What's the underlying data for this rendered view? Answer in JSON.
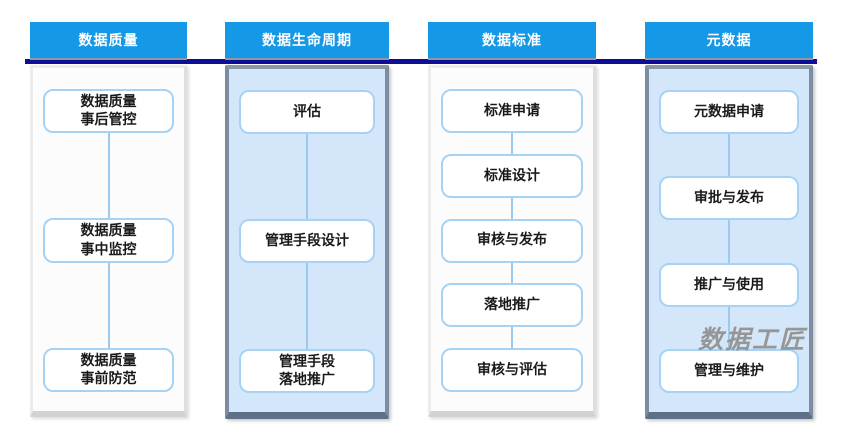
{
  "watermark": "数据工匠",
  "colors": {
    "header_bg": "#1598e5",
    "header_text": "#ffffff",
    "divider_navy": "#0d0d96",
    "panel_blue_fill": "#d4e7fa",
    "panel_blue_border": "#7c8da2",
    "panel_light_fill": "#fcfcfc",
    "panel_light_border": "#ececec",
    "node_border": "#a6d3f4",
    "connector": "#9cc9ee",
    "node_text": "#1a1a1a",
    "watermark_gray": "#969696"
  },
  "columns": [
    {
      "id": "data-quality",
      "title": "数据质量",
      "theme": "light",
      "items": [
        "数据质量\n事后管控",
        "数据质量\n事中监控",
        "数据质量\n事前防范"
      ]
    },
    {
      "id": "data-lifecycle",
      "title": "数据生命周期",
      "theme": "blue",
      "items": [
        "评估",
        "管理手段设计",
        "管理手段\n落地推广"
      ]
    },
    {
      "id": "data-standard",
      "title": "数据标准",
      "theme": "light",
      "items": [
        "标准申请",
        "标准设计",
        "审核与发布",
        "落地推广",
        "审核与评估"
      ]
    },
    {
      "id": "metadata",
      "title": "元数据",
      "theme": "blue",
      "items": [
        "元数据申请",
        "审批与发布",
        "推广与使用",
        "管理与维护"
      ]
    }
  ]
}
